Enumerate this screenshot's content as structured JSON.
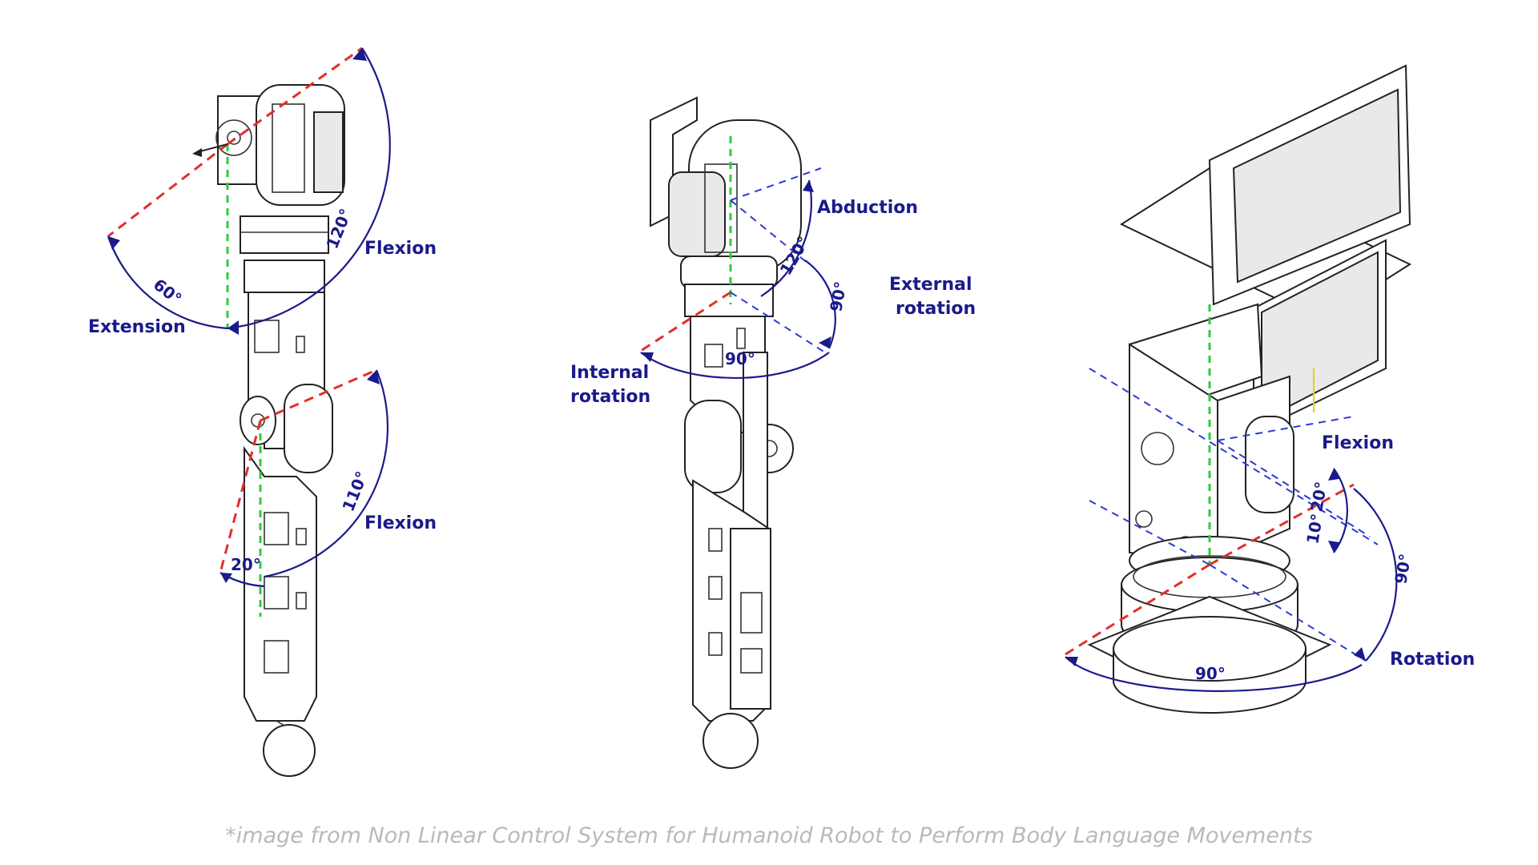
{
  "labels": {
    "left_flexion_upper": "Flexion",
    "left_extension": "Extension",
    "left_flexion_lower": "Flexion",
    "left_angle_120": "120°",
    "left_angle_60": "60°",
    "left_angle_110": "110°",
    "left_angle_20": "20°",
    "mid_abduction": "Abduction",
    "mid_external_1": "External",
    "mid_external_2": "rotation",
    "mid_internal_1": "Internal",
    "mid_internal_2": "rotation",
    "mid_angle_120": "120°",
    "mid_angle_90a": "90°",
    "mid_angle_90b": "90°",
    "right_flexion": "Flexion",
    "right_rotation": "Rotation",
    "right_angle_20": "20°",
    "right_angle_10": "10°",
    "right_angle_90a": "90°",
    "right_angle_90b": "90°"
  },
  "caption": "*image from Non Linear Control System for Humanoid Robot to Perform Body Language Movements",
  "colors": {
    "label": "#1a1a8c",
    "red_axis": "#e0302a",
    "green_axis": "#2ecc40",
    "blue_axis": "#2b3ad6",
    "caption": "#b9b9b9"
  }
}
